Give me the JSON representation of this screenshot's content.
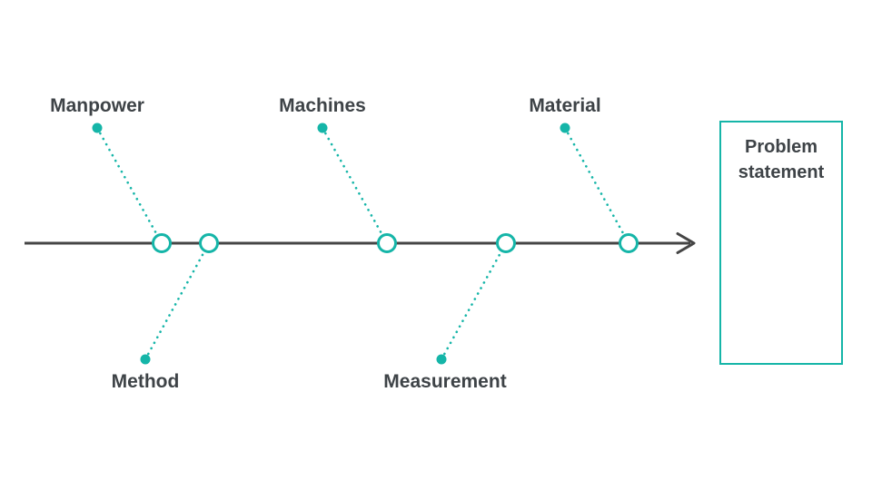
{
  "colors": {
    "accent": "#15b5a8",
    "spine": "#454545",
    "text": "#3e4347",
    "background": "#ffffff"
  },
  "diagram": {
    "type": "fishbone-cause-effect",
    "problem_box": {
      "label": "Problem statement"
    },
    "top_branches": [
      {
        "label": "Manpower"
      },
      {
        "label": "Machines"
      },
      {
        "label": "Material"
      }
    ],
    "bottom_branches": [
      {
        "label": "Method"
      },
      {
        "label": "Measurement"
      }
    ]
  }
}
